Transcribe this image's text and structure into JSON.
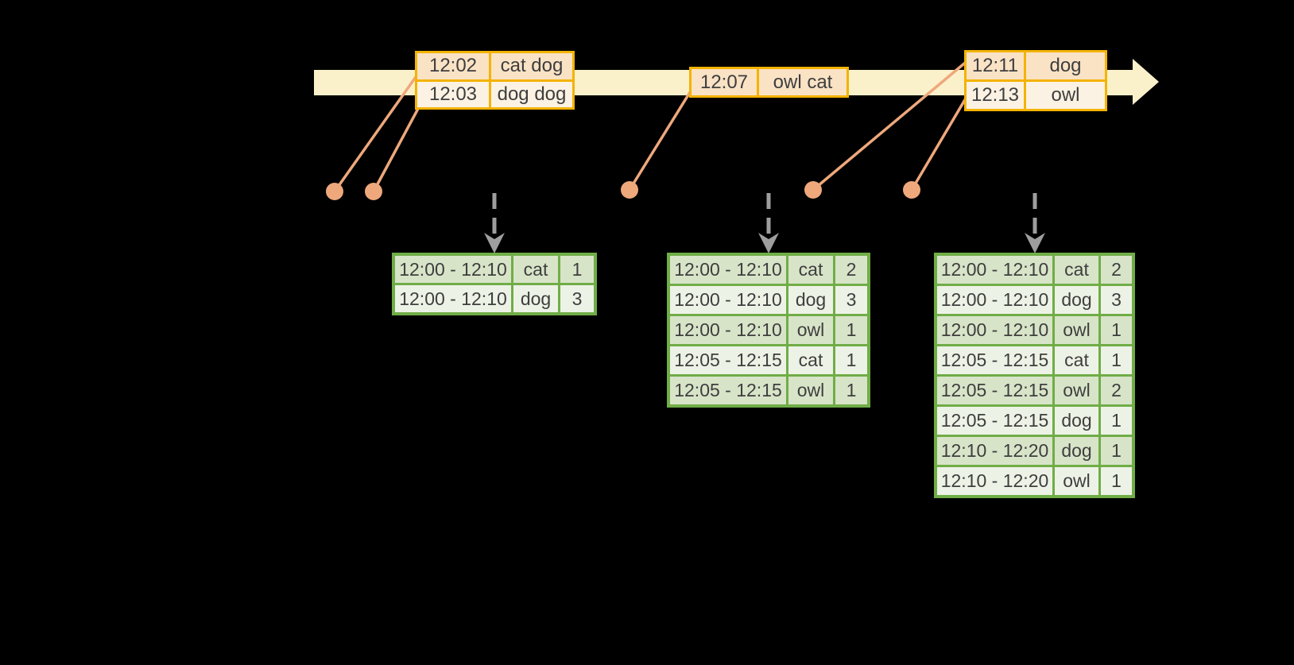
{
  "colors": {
    "background": "#000000",
    "timeline": "#FAF1CB",
    "event_border": "#F3B300",
    "event_row_dark": "#FAE2C5",
    "event_row_light": "#FCF2E3",
    "connector": "#EEA87C",
    "dashed_arrow": "#9E9E9E",
    "result_border": "#70AD47",
    "result_row_dark": "#D8E4C8",
    "result_row_light": "#EDF2E6",
    "text": "#3E3E3E"
  },
  "icons": {
    "timeline_arrow": "right-arrow-band",
    "event_dot": "filled-circle",
    "trigger_arrow": "dashed-down-arrow"
  },
  "event_tables": [
    {
      "rows": [
        {
          "time": "12:02",
          "words": "cat dog"
        },
        {
          "time": "12:03",
          "words": "dog dog"
        }
      ]
    },
    {
      "rows": [
        {
          "time": "12:07",
          "words": "owl cat"
        }
      ]
    },
    {
      "rows": [
        {
          "time": "12:11",
          "words": "dog"
        },
        {
          "time": "12:13",
          "words": "owl"
        }
      ]
    }
  ],
  "result_tables": [
    {
      "rows": [
        {
          "window": "12:00 - 12:10",
          "word": "cat",
          "count": 1
        },
        {
          "window": "12:00 - 12:10",
          "word": "dog",
          "count": 3
        }
      ]
    },
    {
      "rows": [
        {
          "window": "12:00 - 12:10",
          "word": "cat",
          "count": 2
        },
        {
          "window": "12:00 - 12:10",
          "word": "dog",
          "count": 3
        },
        {
          "window": "12:00 - 12:10",
          "word": "owl",
          "count": 1
        },
        {
          "window": "12:05 - 12:15",
          "word": "cat",
          "count": 1
        },
        {
          "window": "12:05 - 12:15",
          "word": "owl",
          "count": 1
        }
      ]
    },
    {
      "rows": [
        {
          "window": "12:00 - 12:10",
          "word": "cat",
          "count": 2
        },
        {
          "window": "12:00 - 12:10",
          "word": "dog",
          "count": 3
        },
        {
          "window": "12:00 - 12:10",
          "word": "owl",
          "count": 1
        },
        {
          "window": "12:05 - 12:15",
          "word": "cat",
          "count": 1
        },
        {
          "window": "12:05 - 12:15",
          "word": "owl",
          "count": 2
        },
        {
          "window": "12:05 - 12:15",
          "word": "dog",
          "count": 1
        },
        {
          "window": "12:10 - 12:20",
          "word": "dog",
          "count": 1
        },
        {
          "window": "12:10 - 12:20",
          "word": "owl",
          "count": 1
        }
      ]
    }
  ]
}
